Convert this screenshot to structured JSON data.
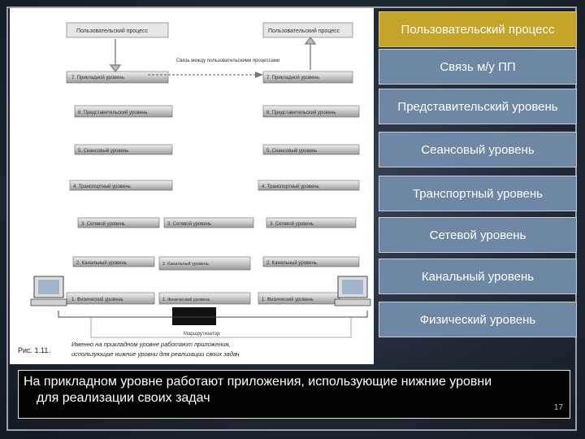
{
  "figure": {
    "left_stack": [
      "Пользовательский процесс",
      "7. Прикладной уровень",
      "6. Представительский уровень",
      "5. Сеансовый уровень",
      "4. Транспортный уровень",
      "3. Сетевой уровень",
      "2. Канальный уровень",
      "1. Физический уровень"
    ],
    "right_stack": [
      "Пользовательский процесс",
      "7. Прикладной уровень",
      "6. Представительский уровень",
      "5. Сеансовый уровень",
      "4. Транспортный уровень",
      "3. Сетевой уровень",
      "2. Канальный уровень",
      "1. Физический уровень"
    ],
    "connection_label": "Связь между пользовательскими процессами",
    "router_layers": [
      "3. Сетевой уровень",
      "2. Канальный уровень",
      "1. Физический уровень"
    ],
    "router_label": "Маршрутизатор",
    "fig_number": "Рис. 1.11.",
    "fig_caption_1": "Именно на прикладном уровне работают приложения,",
    "fig_caption_2": "использующие нижние уровни для реализации своих задач"
  },
  "layers": [
    "Пользовательский процесс",
    "Связь м/у ПП",
    "Представительский уровень",
    "Сеансовый уровень",
    "Транспортный уровень",
    "Сетевой уровень",
    "Канальный уровень",
    "Физический уровень"
  ],
  "caption": {
    "line1": "На прикладном уровне работают приложения, использующие нижние уровни",
    "line2": "для реализации своих задач"
  },
  "slide_number": "17",
  "colors": {
    "top_layer": "#c4a52a",
    "layer": "#6e87a4",
    "caption_bg": "#020202"
  }
}
